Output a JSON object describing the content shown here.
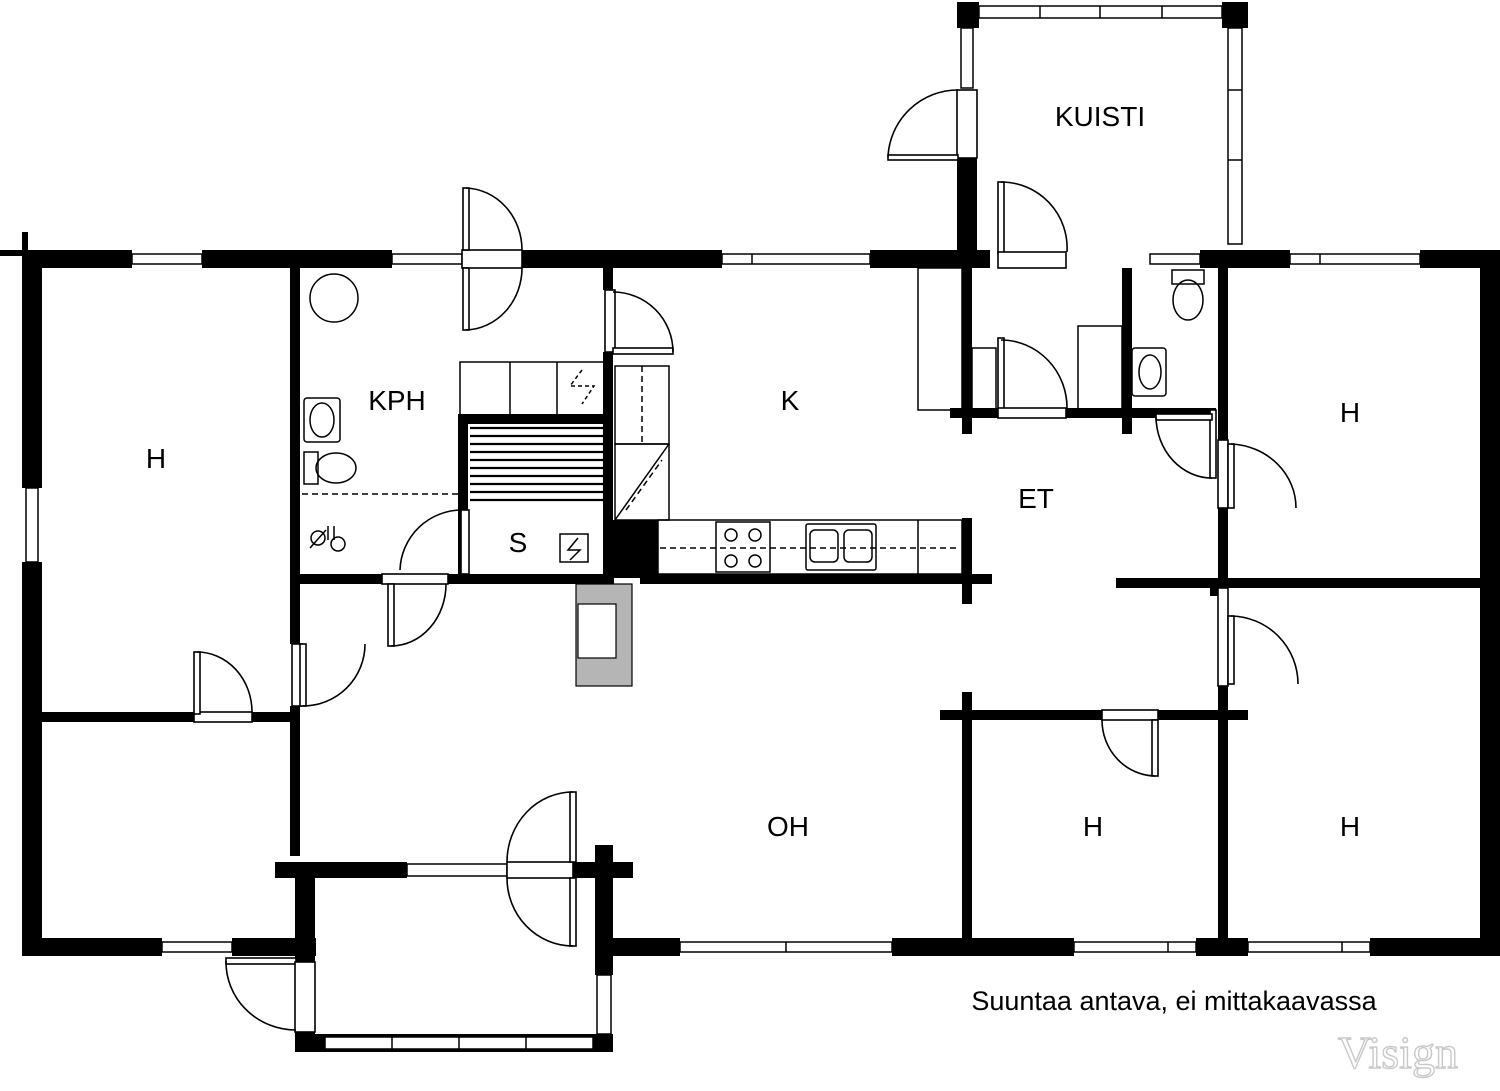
{
  "rooms": {
    "kuisti": "KUISTI",
    "kph": "KPH",
    "k": "K",
    "h_left": "H",
    "h_right_top": "H",
    "et": "ET",
    "s": "S",
    "oh": "OH",
    "h_bottom_mid": "H",
    "h_bottom_right": "H"
  },
  "note": "Suuntaa antava, ei mittakaavassa",
  "watermark": "Visign",
  "colors": {
    "wall": "#000000",
    "fireplace": "#b5b5b5",
    "background": "#ffffff"
  }
}
